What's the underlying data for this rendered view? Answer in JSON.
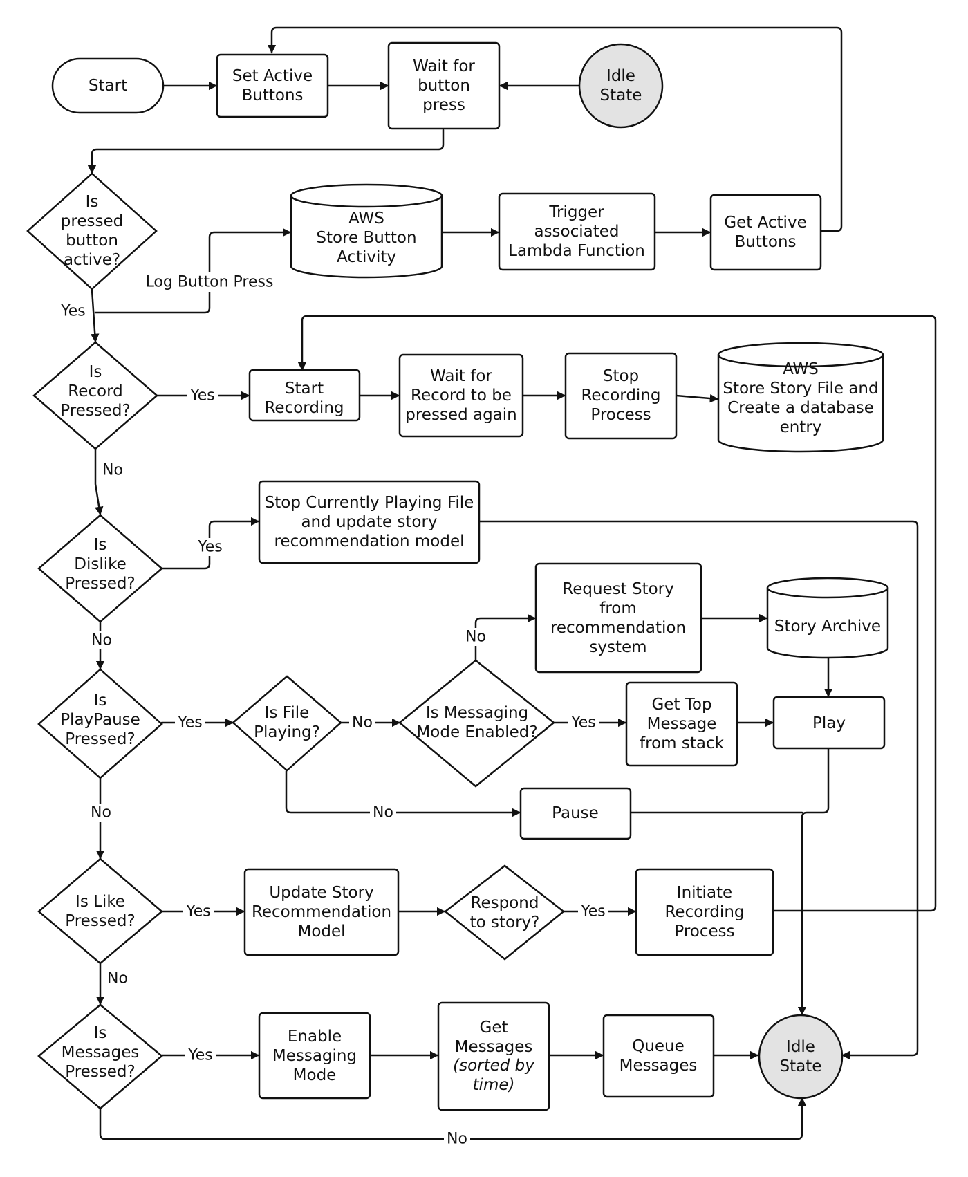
{
  "nodes": {
    "start": "Start",
    "set_active": "Set Active\nButtons",
    "wait_press": "Wait for\nbutton\npress",
    "idle_top": "Idle\nState",
    "is_active": "Is\npressed\nbutton\nactive?",
    "aws_activity": "AWS\nStore Button\nActivity",
    "trigger_lambda": "Trigger\nassociated\nLambda Function",
    "get_active": "Get Active\nButtons",
    "is_record": "Is\nRecord\nPressed?",
    "start_recording": "Start\nRecording",
    "wait_record": "Wait for\nRecord to be\npressed again",
    "stop_recording": "Stop\nRecording\nProcess",
    "aws_story": "AWS\nStore Story File and\nCreate a database\nentry",
    "is_dislike": "Is\nDislike\nPressed?",
    "stop_playing": "Stop Currently Playing File\nand update story\nrecommendation model",
    "request_story": "Request Story\nfrom\nrecommendation\nsystem",
    "story_archive": "Story Archive",
    "is_playpause": "Is\nPlayPause\nPressed?",
    "is_file_playing": "Is File\nPlaying?",
    "is_messaging": "Is Messaging\nMode Enabled?",
    "get_top_message": "Get Top\nMessage\nfrom stack",
    "play": "Play",
    "pause": "Pause",
    "is_like": "Is Like\nPressed?",
    "update_model": "Update Story\nRecommendation\nModel",
    "respond": "Respond\nto story?",
    "initiate_recording": "Initiate\nRecording\nProcess",
    "is_messages": "Is\nMessages\nPressed?",
    "enable_messaging": "Enable\nMessaging\nMode",
    "get_messages": "Get\nMessages",
    "get_messages_note": "(sorted by\ntime)",
    "queue_messages": "Queue\nMessages",
    "idle_bottom": "Idle\nState"
  },
  "edge_labels": {
    "log_press": "Log Button Press",
    "active_yes": "Yes",
    "record_yes": "Yes",
    "record_no": "No",
    "dislike_yes": "Yes",
    "dislike_no": "No",
    "playpause_yes": "Yes",
    "playpause_no": "No",
    "file_playing_no": "No",
    "file_playing_no_pause": "No",
    "messaging_no": "No",
    "messaging_yes": "Yes",
    "like_yes": "Yes",
    "like_no": "No",
    "respond_yes": "Yes",
    "messages_yes": "Yes",
    "messages_no": "No"
  }
}
